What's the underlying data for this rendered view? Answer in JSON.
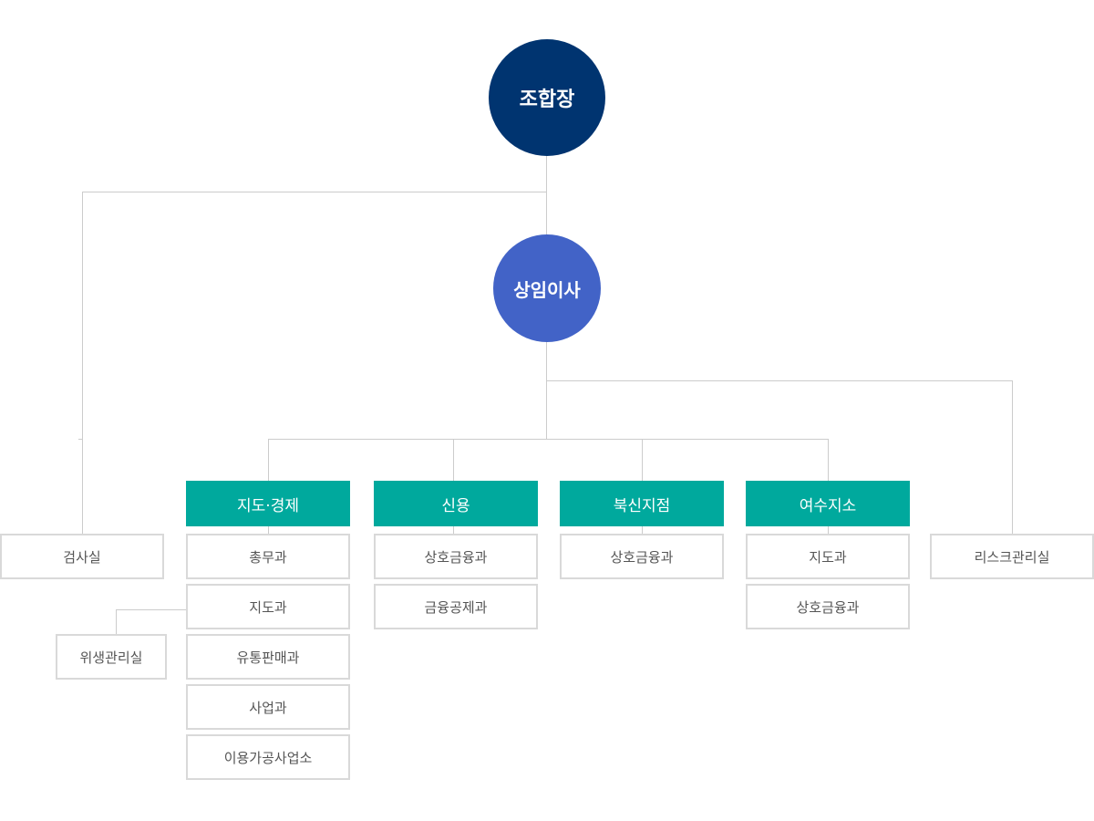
{
  "colors": {
    "chairman": "#003470",
    "director": "#4263c7",
    "department": "#00a99d",
    "line": "#cccccc",
    "box_border": "#d9d9d9",
    "box_text": "#555555"
  },
  "chairman": {
    "label": "조합장"
  },
  "director": {
    "label": "상임이사"
  },
  "audit": {
    "label": "검사실"
  },
  "risk": {
    "label": "리스크관리실"
  },
  "departments": [
    {
      "label": "지도·경제",
      "teams": [
        "총무과",
        "지도과",
        "유통판매과",
        "사업과",
        "이용가공사업소"
      ]
    },
    {
      "label": "신용",
      "teams": [
        "상호금융과",
        "금융공제과"
      ]
    },
    {
      "label": "북신지점",
      "teams": [
        "상호금융과"
      ]
    },
    {
      "label": "여수지소",
      "teams": [
        "지도과",
        "상호금융과"
      ]
    }
  ],
  "sub_unit": {
    "label": "위생관리실"
  }
}
